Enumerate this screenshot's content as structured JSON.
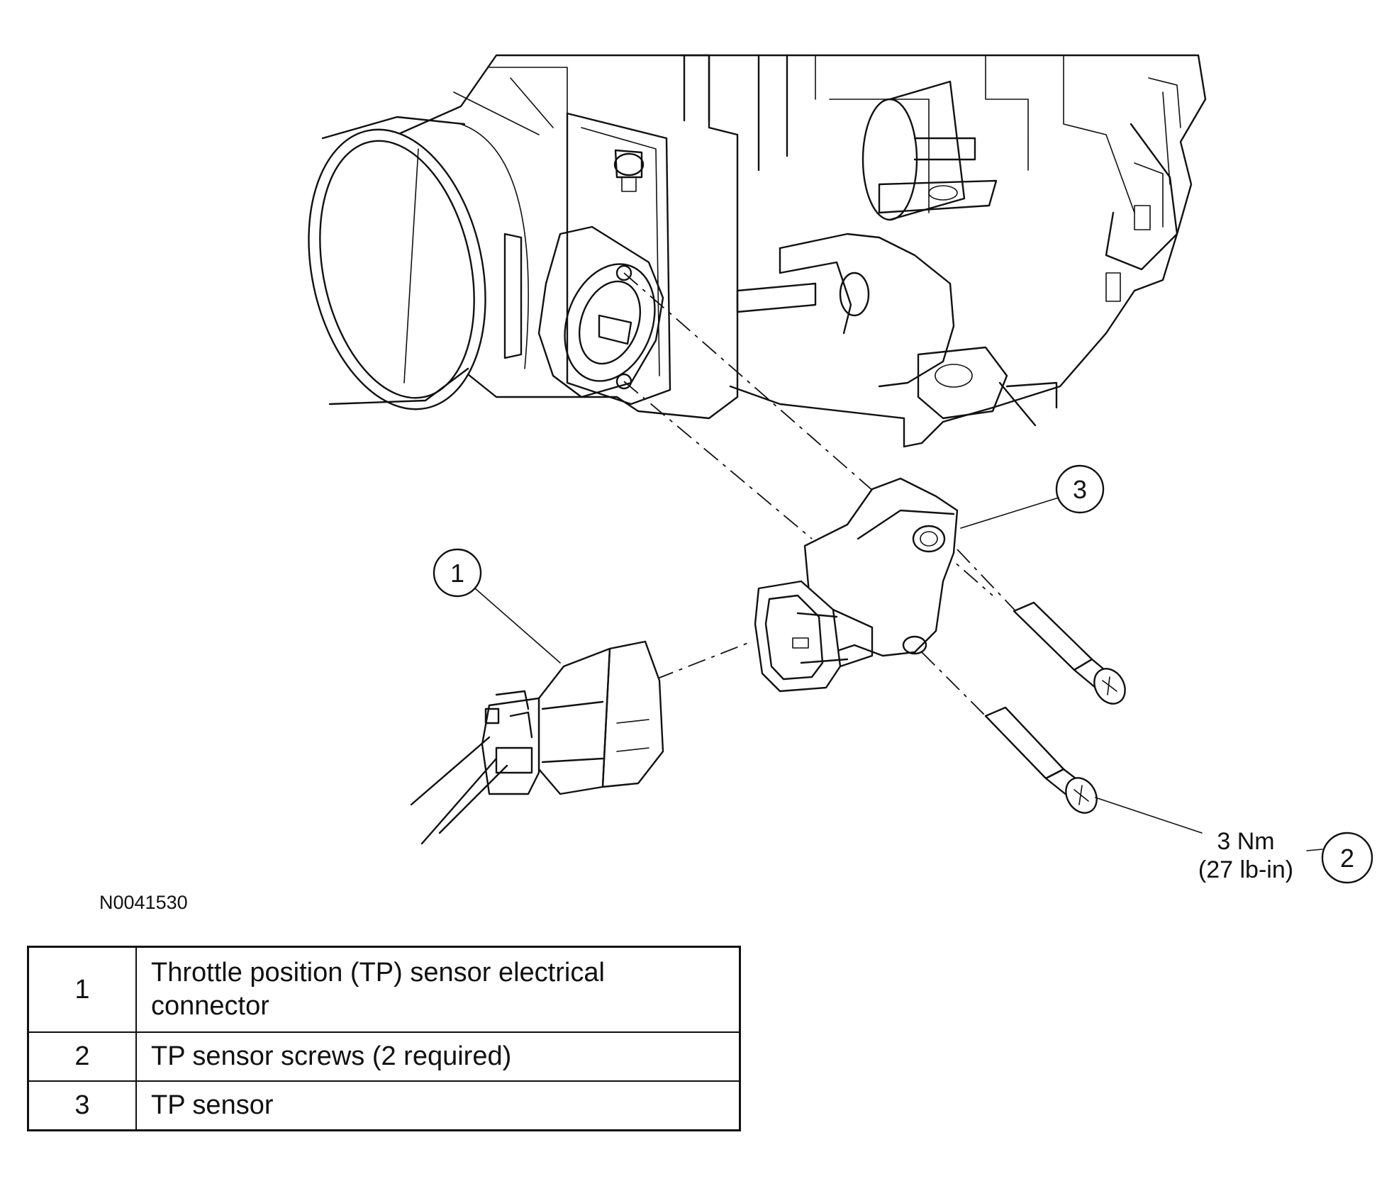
{
  "figure_id": "N0041530",
  "callouts": [
    {
      "number": "1"
    },
    {
      "number": "2"
    },
    {
      "number": "3"
    }
  ],
  "torque_spec": {
    "metric": "3 Nm",
    "imperial": "(27 lb-in)"
  },
  "legend": [
    {
      "number": "1",
      "description": "Throttle position (TP) sensor electrical connector"
    },
    {
      "number": "2",
      "description": "TP sensor screws (2 required)"
    },
    {
      "number": "3",
      "description": "TP sensor"
    }
  ]
}
